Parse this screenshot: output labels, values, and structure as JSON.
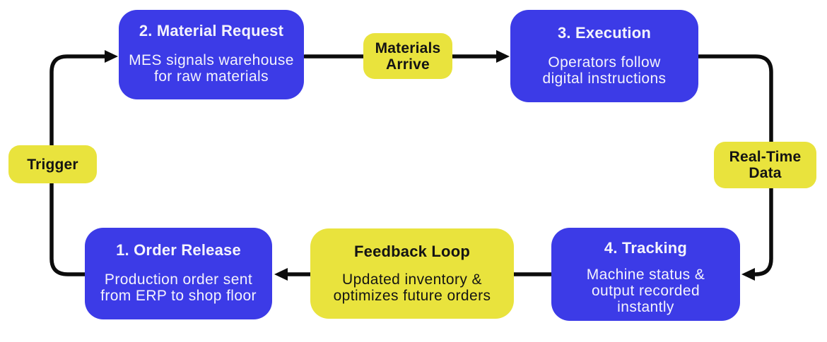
{
  "colors": {
    "node_blue": "#3c3be7",
    "label_yellow": "#e9e33d",
    "arrow_black": "#0c0c0c",
    "node_text_light": "#f4f3fc",
    "label_text_dark": "#141414"
  },
  "diagram": {
    "steps": [
      {
        "id": "step1",
        "title": "1. Order Release",
        "body": "Production order sent\nfrom ERP to shop floor"
      },
      {
        "id": "step2",
        "title": "2. Material Request",
        "body": "MES signals warehouse\nfor raw materials"
      },
      {
        "id": "step3",
        "title": "3. Execution",
        "body": "Operators follow\ndigital instructions"
      },
      {
        "id": "step4",
        "title": "4. Tracking",
        "body": "Machine status &\noutput recorded\ninstantly"
      }
    ],
    "feedback": {
      "title": "Feedback Loop",
      "body": "Updated inventory &\noptimizes future orders"
    },
    "labels": {
      "trigger": "Trigger",
      "materials_arrive": "Materials\nArrive",
      "real_time_data": "Real-Time\nData"
    }
  }
}
